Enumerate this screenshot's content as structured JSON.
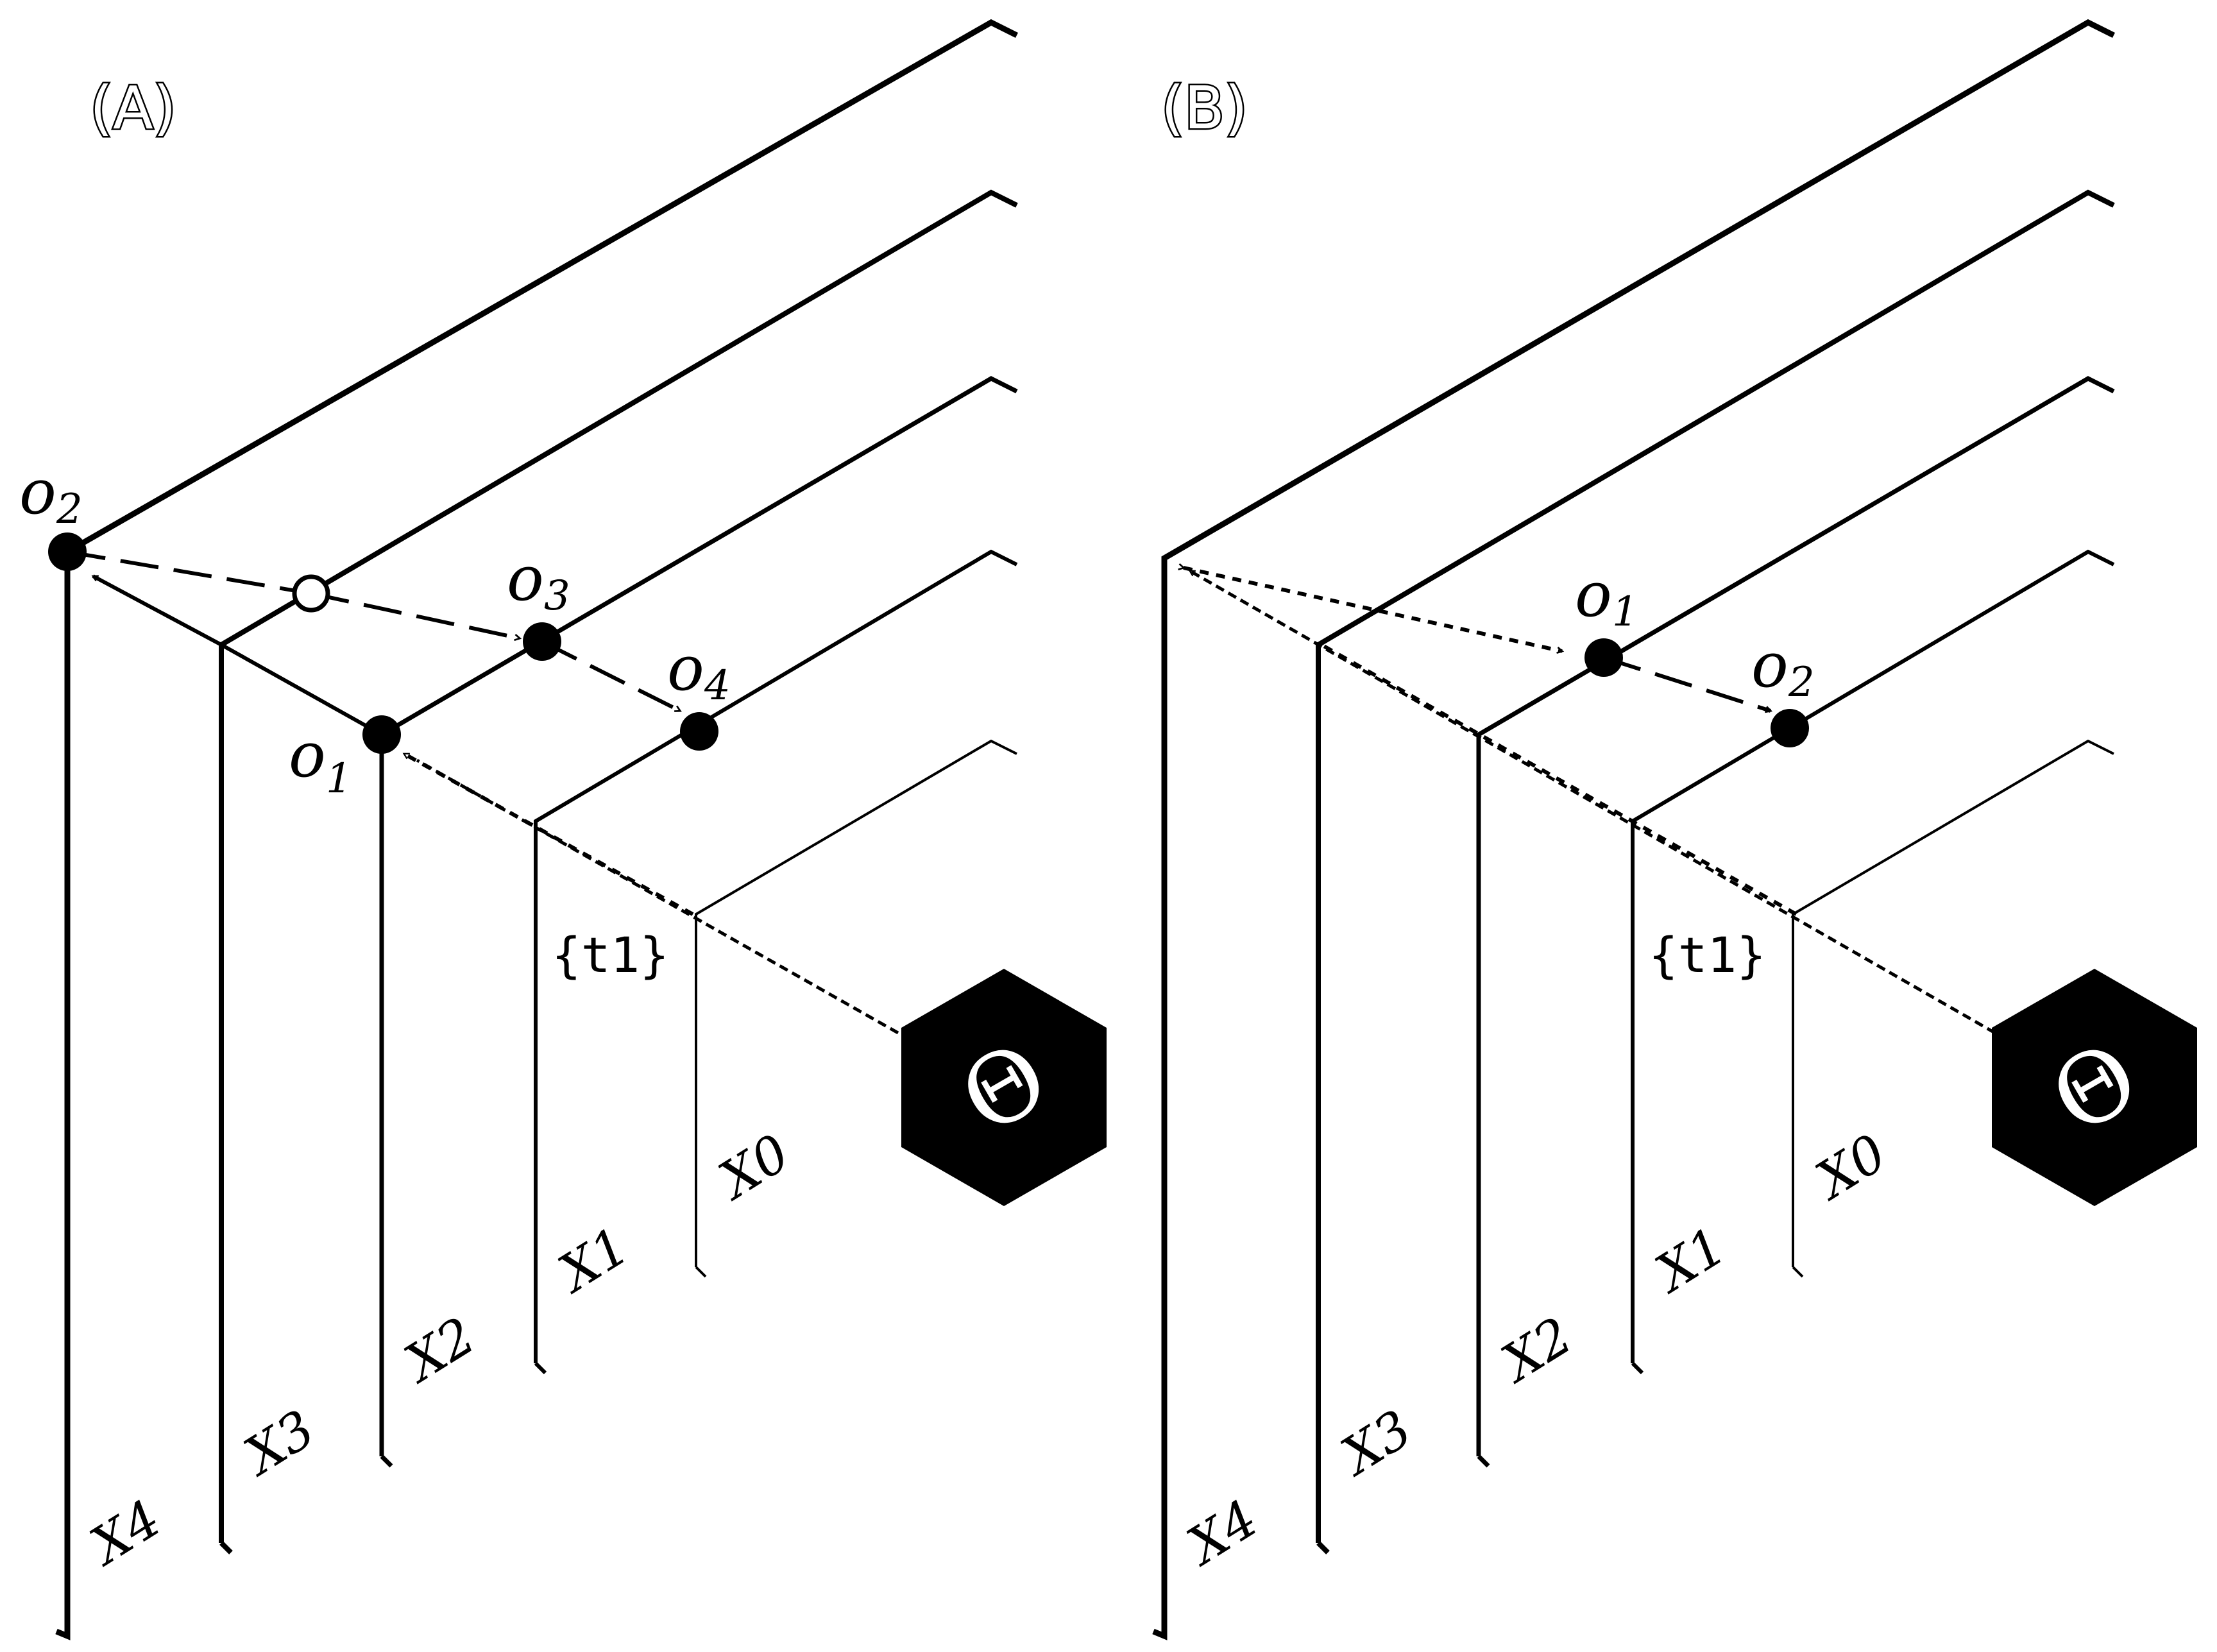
{
  "panels": [
    {
      "label": "(A)",
      "axes": [
        "X4",
        "X3",
        "X2",
        "X1",
        "X0"
      ],
      "time_label": "{t1}",
      "nodes": [
        {
          "name": "o",
          "sub": "2"
        },
        {
          "name": "o",
          "sub": "3"
        },
        {
          "name": "o",
          "sub": "4"
        },
        {
          "name": "o",
          "sub": "1"
        }
      ],
      "source_glyph": "Θ"
    },
    {
      "label": "(B)",
      "axes": [
        "X4",
        "X3",
        "X2",
        "X1",
        "X0"
      ],
      "time_label": "{t1}",
      "nodes": [
        {
          "name": "o",
          "sub": "1"
        },
        {
          "name": "o",
          "sub": "2"
        }
      ],
      "source_glyph": "Θ"
    }
  ]
}
